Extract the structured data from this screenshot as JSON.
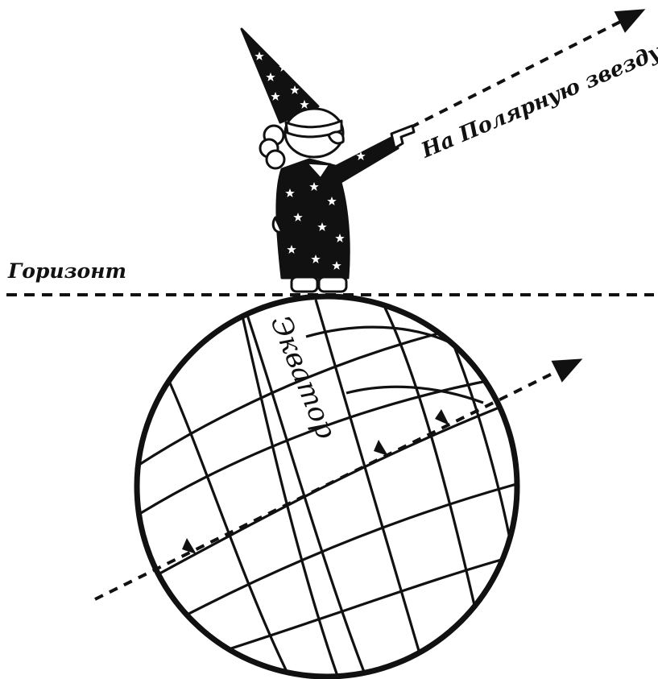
{
  "labels": {
    "horizon": "Горизонт",
    "polaris": "На Полярную звезду",
    "equator": "Экватор"
  },
  "colors": {
    "ink": "#111111",
    "paper": "#ffffff"
  },
  "icons": {
    "figure": "wizard-astronomer-icon",
    "planet": "globe-icon",
    "stars": "star-icon"
  }
}
